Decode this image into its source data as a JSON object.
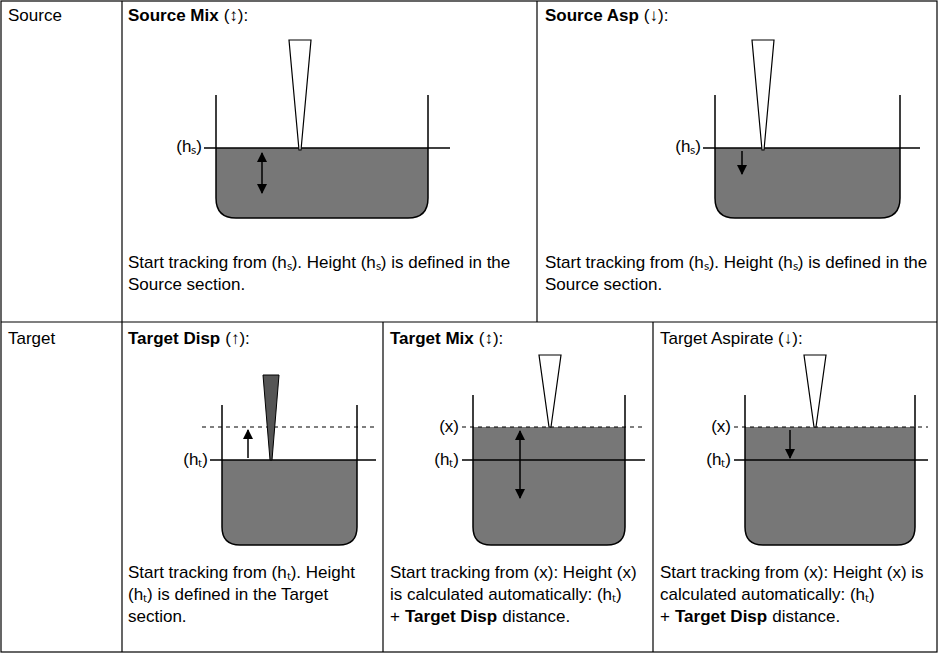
{
  "diagram": {
    "labels": [
      "Source",
      "Source Mix",
      "(↕):",
      "(hₛ)",
      "Start tracking from (hₛ). Height (hₛ) is defined in the Source section.",
      "Source Asp",
      "(↓):",
      "(hₛ)",
      "Start tracking from (hₛ). Height (hₛ) is defined in the Source section.",
      "Target",
      "Target Disp",
      "(↑):",
      "(hₜ)",
      "Start tracking from (hₜ). Height (hₜ) is defined in the Target section.",
      "Target Mix",
      "(↕):",
      "(x)",
      "(hₜ)",
      "Start tracking from (x): Height (x) is calculated automatically: (hₜ) +",
      "Target Disp",
      "distance.",
      "Target Aspirate (↓):",
      "(x)",
      "(hₜ)",
      "Start tracking from (x): Height (x) is calculated automatically: (hₜ) +",
      "Target Disp",
      "distance."
    ]
  }
}
